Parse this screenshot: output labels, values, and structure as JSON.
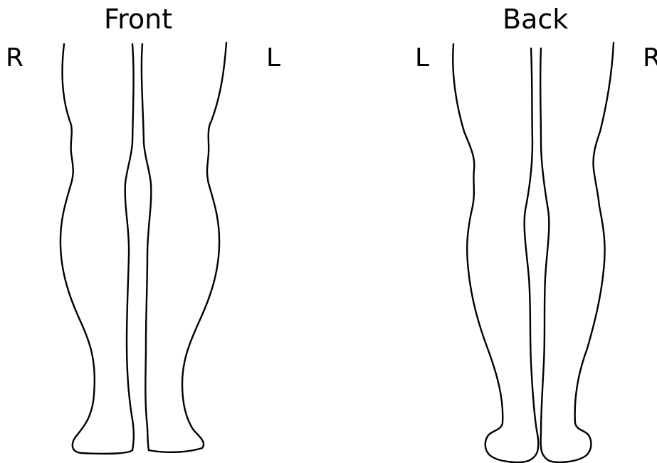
{
  "front": {
    "title": "Front",
    "right_label": "R",
    "left_label": "L"
  },
  "back": {
    "title": "Back",
    "left_label": "L",
    "right_label": "R"
  }
}
